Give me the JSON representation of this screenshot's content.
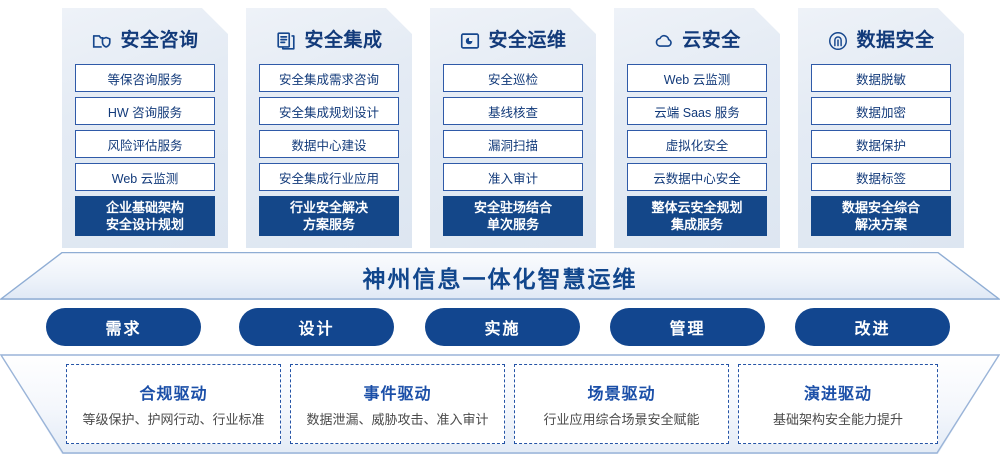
{
  "pillars": [
    {
      "icon": "folder-shield-icon",
      "title": "安全咨询",
      "items": [
        "等保咨询服务",
        "HW 咨询服务",
        "风险评估服务",
        "Web 云监测"
      ],
      "highlight": [
        "企业基础架构",
        "安全设计规划"
      ]
    },
    {
      "icon": "copy-documents-icon",
      "title": "安全集成",
      "items": [
        "安全集成需求咨询",
        "安全集成规划设计",
        "数据中心建设",
        "安全集成行业应用"
      ],
      "highlight": [
        "行业安全解决",
        "方案服务"
      ]
    },
    {
      "icon": "monitor-chart-icon",
      "title": "安全运维",
      "items": [
        "安全巡检",
        "基线核查",
        "漏洞扫描",
        "准入审计"
      ],
      "highlight": [
        "安全驻场结合",
        "单次服务"
      ]
    },
    {
      "icon": "cloud-icon",
      "title": "云安全",
      "items": [
        "Web 云监测",
        "云端 Saas 服务",
        "虚拟化安全",
        "云数据中心安全"
      ],
      "highlight": [
        "整体云安全规划",
        "集成服务"
      ]
    },
    {
      "icon": "fingerprint-icon",
      "title": "数据安全",
      "items": [
        "数据脱敏",
        "数据加密",
        "数据保护",
        "数据标签"
      ],
      "highlight": [
        "数据安全综合",
        "解决方案"
      ]
    }
  ],
  "banner": {
    "title": "神州信息一体化智慧运维"
  },
  "phases": [
    "需求",
    "设计",
    "实施",
    "管理",
    "改进"
  ],
  "drivers": [
    {
      "title": "合规驱动",
      "subtitle": "等级保护、护网行动、行业标准"
    },
    {
      "title": "事件驱动",
      "subtitle": "数据泄漏、威胁攻击、准入审计"
    },
    {
      "title": "场景驱动",
      "subtitle": "行业应用综合场景安全赋能"
    },
    {
      "title": "演进驱动",
      "subtitle": "基础架构安全能力提升"
    }
  ],
  "colors": {
    "deep_blue": "#144789",
    "title_blue": "#123a7a",
    "banner_blue": "#11468c",
    "pill_blue": "#12468f",
    "dash_blue": "#2453a6"
  }
}
